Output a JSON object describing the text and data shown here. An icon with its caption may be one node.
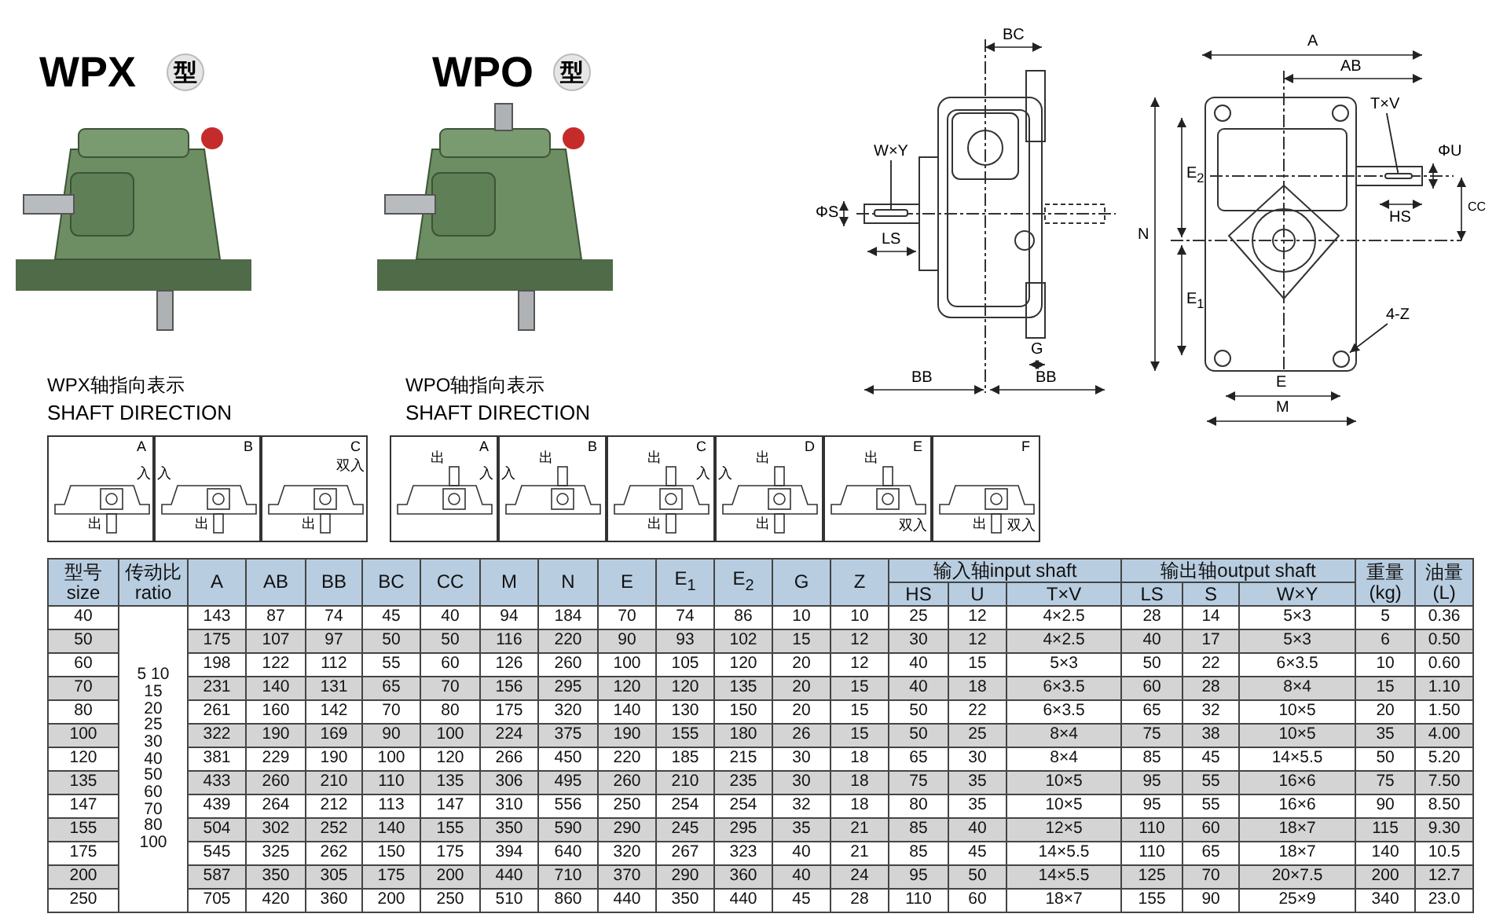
{
  "diagram": {
    "nodes": [
      {
        "text": [
          "W×Y"
        ]
      },
      {
        "text": [],
        "shape": "bar"
      },
      {
        "text": [
          "T×V"
        ]
      },
      {
        "text": [],
        "shape": "bar"
      },
      {
        "text": [
          "4-Z"
        ]
      },
      {
        "text": [],
        "shape": "circle"
      }
    ],
    "edges": [
      {
        "from": 0,
        "to": 1,
        "arrow": "none"
      },
      {
        "from": 2,
        "to": 3,
        "arrow": "none"
      },
      {
        "from": 4,
        "to": 5,
        "arrow": "to"
      }
    ],
    "labels": [
      "WPX",
      "型",
      "WPO",
      "型",
      "BC",
      "ΦS",
      "LS",
      "G",
      "BB",
      "BB",
      "A",
      "AB",
      "ΦU",
      "HS",
      "CC",
      "N",
      "E$_{2}$",
      "E$_{1}$",
      "E",
      "M",
      "WPX轴指向表示",
      "SHAFT DIRECTION",
      "WPO轴指向表示",
      "SHAFT DIRECTION",
      "A",
      "入",
      "出",
      "B",
      "入",
      "出",
      "C",
      "双入",
      "出",
      "出",
      "A",
      "入",
      "B",
      "出",
      "入",
      "C",
      "出",
      "入",
      "出",
      "D",
      "出",
      "入",
      "出",
      "E",
      "出",
      "双入",
      "F",
      "出",
      "双入",
      "型号 size",
      "传动比 ratio",
      "A",
      "AB",
      "BB",
      "BC",
      "CC",
      "M",
      "N",
      "E",
      "E$_{1}$",
      "E$_{2}$",
      "G",
      "Z",
      "输入轴input shaft",
      "输出轴output shaft",
      "重量 (kg)",
      "油量 (L)",
      "HS",
      "U",
      "T×V",
      "LS",
      "S",
      "W×Y",
      "40",
      "5 10 15 20 25 30 40 50 60 70 80 100",
      "143",
      "87",
      "74",
      "45",
      "40",
      "94",
      "184",
      "70",
      "74",
      "86",
      "10",
      "10",
      "25",
      "12",
      "4×2.5",
      "28",
      "14",
      "5×3",
      "5",
      "0.36",
      "50",
      "175",
      "107",
      "97",
      "50",
      "50",
      "116",
      "220",
      "90",
      "93",
      "102",
      "15",
      "12",
      "30",
      "12",
      "4×2.5",
      "40",
      "17",
      "5×3",
      "6",
      "0.50",
      "60",
      "198",
      "122",
      "112",
      "55",
      "60",
      "126",
      "260",
      "100",
      "105",
      "120",
      "20",
      "12",
      "40",
      "15",
      "5×3",
      "50",
      "22",
      "6×3.5",
      "10",
      "0.60",
      "70",
      "231",
      "140",
      "131",
      "65",
      "70",
      "156",
      "295",
      "120",
      "120",
      "135",
      "20",
      "15",
      "40",
      "18",
      "6×3.5",
      "60",
      "28",
      "8×4",
      "15",
      "1.10",
      "80",
      "261",
      "160",
      "142",
      "70",
      "80",
      "175",
      "320",
      "140",
      "130",
      "150",
      "20",
      "15",
      "50",
      "22",
      "6×3.5",
      "65",
      "32",
      "10×5",
      "20",
      "1.50",
      "100",
      "322",
      "190",
      "169",
      "90",
      "100",
      "224",
      "375",
      "190",
      "155",
      "180",
      "26",
      "15",
      "50",
      "25",
      "8×4",
      "75",
      "38",
      "10×5",
      "35",
      "4.00",
      "120",
      "381",
      "229",
      "190",
      "100",
      "120",
      "266",
      "450",
      "220",
      "185",
      "215",
      "30",
      "18",
      "65",
      "30",
      "8×4",
      "85",
      "45",
      "14×5.5",
      "50",
      "5.20",
      "135",
      "433",
      "260",
      "210",
      "110",
      "135",
      "306",
      "495",
      "260",
      "210",
      "235",
      "30",
      "18",
      "75",
      "35",
      "10×5",
      "95",
      "55",
      "16×6",
      "75",
      "7.50",
      "147",
      "439",
      "264",
      "212",
      "113",
      "147",
      "310",
      "556",
      "250",
      "254",
      "254",
      "32",
      "18",
      "80",
      "35",
      "10×5",
      "95",
      "55",
      "16×6",
      "90",
      "8.50",
      "155",
      "504",
      "302",
      "252",
      "140",
      "155",
      "350",
      "590",
      "290",
      "245",
      "295",
      "35",
      "21",
      "85",
      "40",
      "12×5",
      "110",
      "60",
      "18×7",
      "115",
      "9.30",
      "175",
      "545",
      "325",
      "262",
      "150",
      "175",
      "394",
      "640",
      "320",
      "267",
      "323",
      "40",
      "21",
      "85",
      "45",
      "14×5.5",
      "110",
      "65",
      "18×7",
      "140",
      "10.5",
      "200",
      "587",
      "350",
      "305",
      "175",
      "200",
      "440",
      "710",
      "370",
      "290",
      "360",
      "40",
      "24",
      "95",
      "50",
      "14×5.5",
      "125",
      "70",
      "20×7.5",
      "200",
      "12.7",
      "250",
      "705",
      "420",
      "360",
      "200",
      "250",
      "510",
      "860",
      "440",
      "350",
      "440",
      "45",
      "28",
      "110",
      "60",
      "18×7",
      "155",
      "90",
      "25×9",
      "340",
      "23.0"
    ]
  }
}
